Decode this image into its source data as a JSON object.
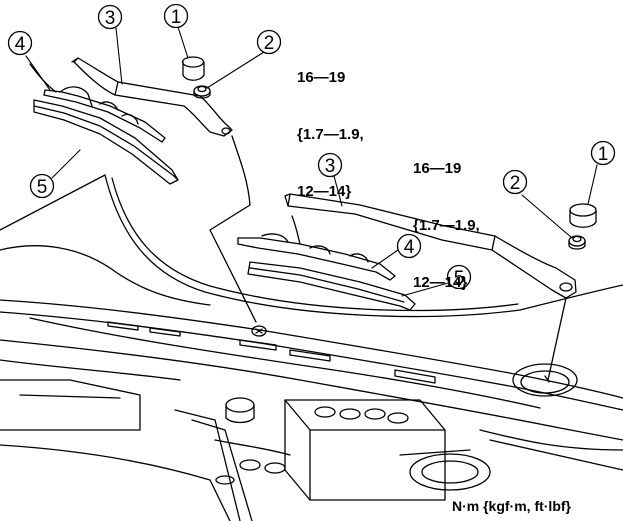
{
  "callouts": {
    "c1": "1",
    "c2": "2",
    "c3": "3",
    "c4": "4",
    "c5": "5"
  },
  "torque_left": {
    "line1": "16—19",
    "line2": "{1.7—1.9,",
    "line3": "12—14}"
  },
  "torque_right": {
    "line1": "16—19",
    "line2": "{1.7—1.9,",
    "line3": "12—14}"
  },
  "units_label": "N·m {kgf·m, ft·lbf}"
}
